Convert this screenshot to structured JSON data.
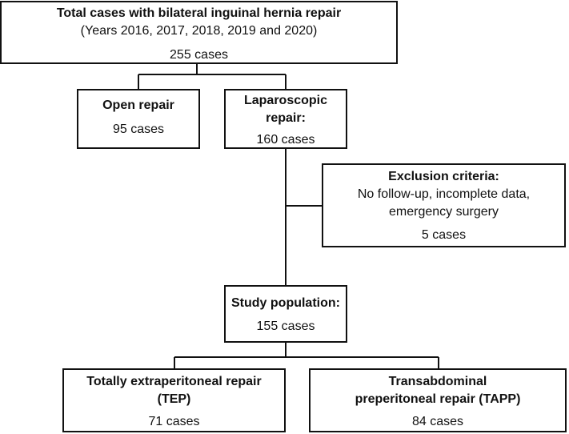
{
  "total": {
    "title": "Total cases with bilateral inguinal hernia repair",
    "subtitle": "(Years 2016, 2017, 2018, 2019 and 2020)",
    "count": "255 cases"
  },
  "open": {
    "title": "Open repair",
    "count": "95 cases"
  },
  "laparoscopic": {
    "title_line1": "Laparoscopic",
    "title_line2": "repair:",
    "count": "160 cases"
  },
  "exclusion": {
    "title": "Exclusion criteria:",
    "line1": "No follow-up, incomplete data,",
    "line2": "emergency surgery",
    "count": "5 cases"
  },
  "study": {
    "title": "Study population:",
    "count": "155 cases"
  },
  "tep": {
    "title_line1": "Totally extraperitoneal repair",
    "title_line2": "(TEP)",
    "count": "71 cases"
  },
  "tapp": {
    "title_line1": "Transabdominal",
    "title_line2": "preperitoneal repair (TAPP)",
    "count": "84 cases"
  }
}
